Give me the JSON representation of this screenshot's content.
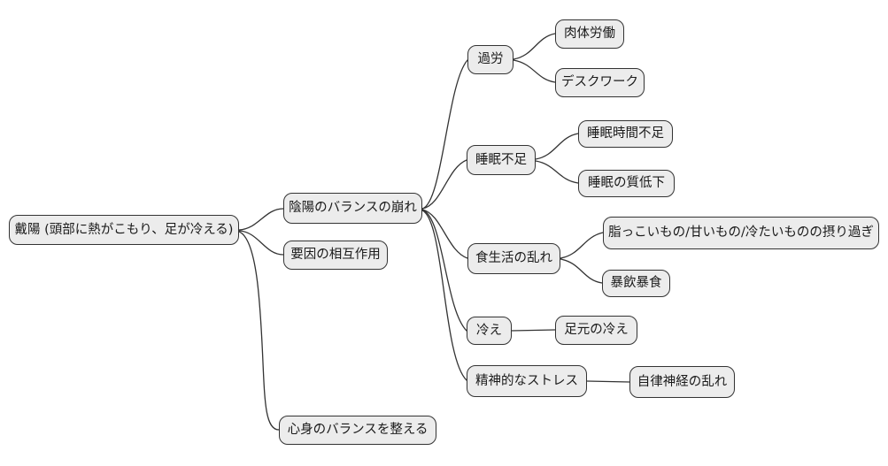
{
  "mindmap": {
    "root": {
      "label": "戴陽 (頭部に熱がこもり、足が冷える)"
    },
    "branches": [
      {
        "label": "陰陽のバランスの崩れ",
        "children": [
          {
            "label": "過労",
            "children": [
              {
                "label": "肉体労働"
              },
              {
                "label": "デスクワーク"
              }
            ]
          },
          {
            "label": "睡眠不足",
            "children": [
              {
                "label": "睡眠時間不足"
              },
              {
                "label": "睡眠の質低下"
              }
            ]
          },
          {
            "label": "食生活の乱れ",
            "children": [
              {
                "label": "脂っこいもの/甘いもの/冷たいものの摂り過ぎ"
              },
              {
                "label": "暴飲暴食"
              }
            ]
          },
          {
            "label": "冷え",
            "children": [
              {
                "label": "足元の冷え"
              }
            ]
          },
          {
            "label": "精神的なストレス",
            "children": [
              {
                "label": "自律神経の乱れ"
              }
            ]
          }
        ]
      },
      {
        "label": "要因の相互作用",
        "children": []
      },
      {
        "label": "心身のバランスを整える",
        "children": []
      }
    ],
    "style": {
      "node_fill": "#ececec",
      "node_border": "#333333",
      "edge_color": "#333333",
      "text_color": "#1a1a1a",
      "background": "#ffffff"
    }
  }
}
